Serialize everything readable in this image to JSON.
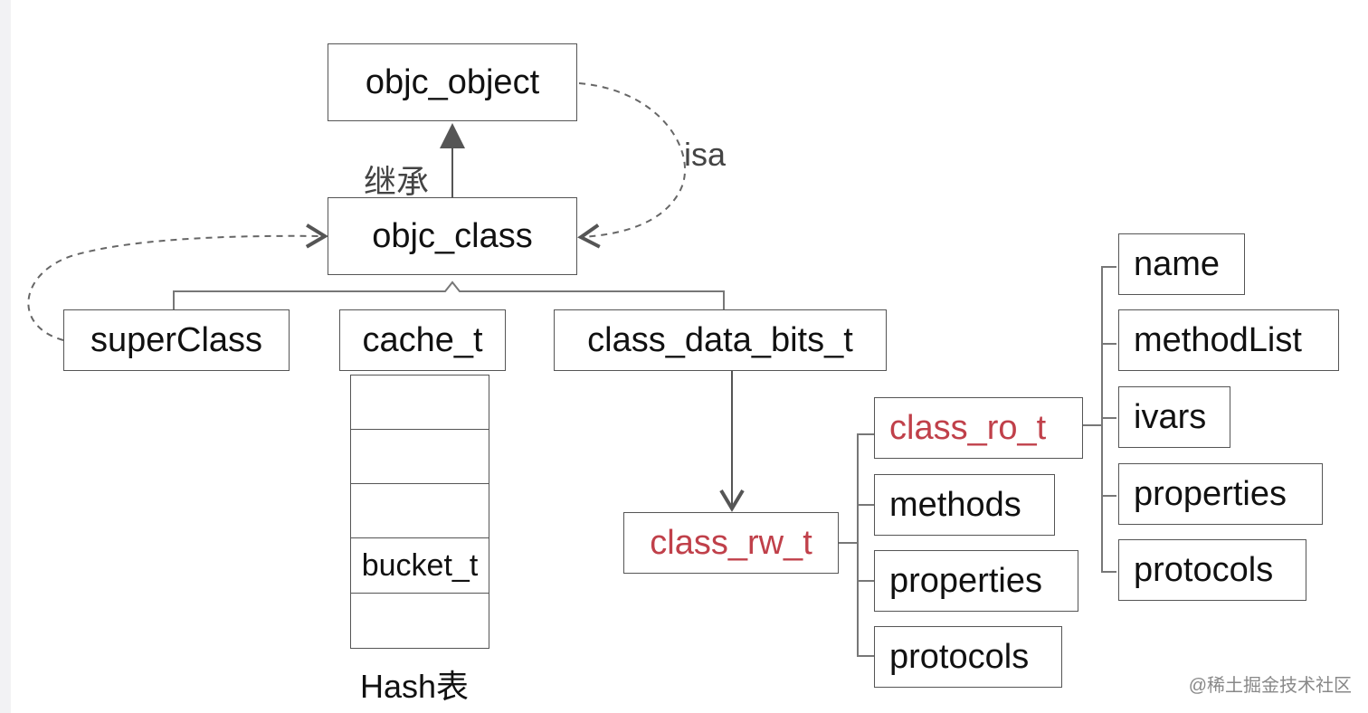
{
  "nodes": {
    "objc_object": "objc_object",
    "objc_class": "objc_class",
    "superClass": "superClass",
    "cache_t": "cache_t",
    "class_data_bits_t": "class_data_bits_t",
    "class_rw_t": "class_rw_t",
    "class_ro_t": "class_ro_t",
    "rw_methods": "methods",
    "rw_properties": "properties",
    "rw_protocols": "protocols",
    "ro_name": "name",
    "ro_methodList": "methodList",
    "ro_ivars": "ivars",
    "ro_properties": "properties",
    "ro_protocols": "protocols",
    "bucket_t": "bucket_t"
  },
  "labels": {
    "inherit": "继承",
    "isa": "isa",
    "hash": "Hash表"
  },
  "colors": {
    "highlight": "#c0404a",
    "border": "#555555"
  },
  "watermark": "@稀土掘金技术社区"
}
